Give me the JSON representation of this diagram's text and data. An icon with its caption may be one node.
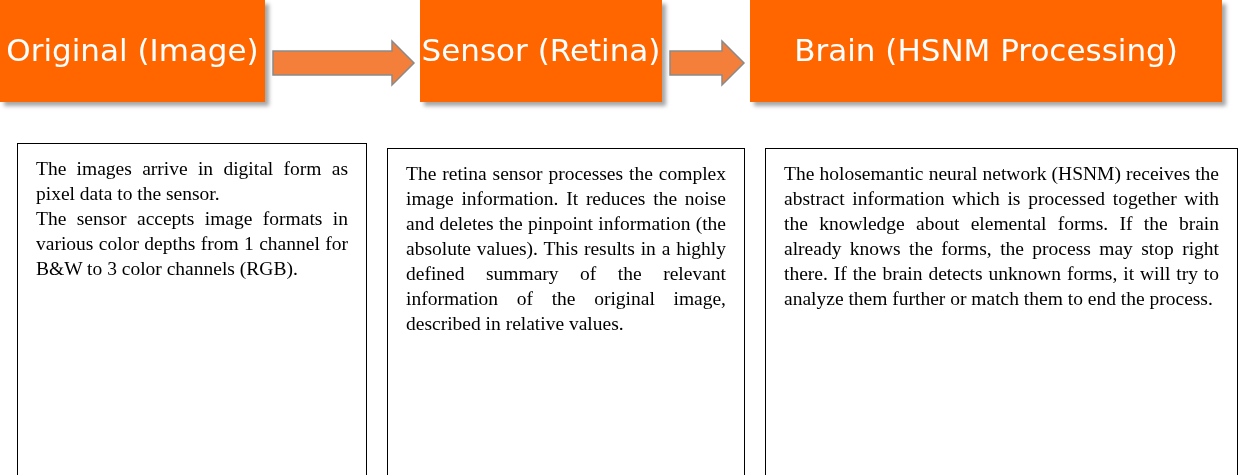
{
  "diagram": {
    "nodes": [
      {
        "text": [
          "Original (Image)"
        ]
      },
      {
        "text": [
          "Sensor (Retina)"
        ]
      },
      {
        "text": [
          "Brain (HSNM Processing)"
        ]
      },
      {
        "text": [
          "The images arrive in digital form as pixel data to the sensor.",
          "The sensor accepts image formats in various color depths from 1 channel for B&W to 3 color channels (RGB)."
        ]
      },
      {
        "text": [
          "The retina sensor processes the complex image information. It reduces the noise and deletes the pinpoint information (the absolute values). This results in a highly defined summary of the relevant information of the original image, described in relative values."
        ]
      },
      {
        "text": [
          "The holosemantic neural network (HSNM) receives the abstract information which is processed together with the knowledge about elemental forms. If the brain already knows the forms, the process may stop right there. If the brain detects unknown forms, it will try to analyze them further or match them to end the process."
        ]
      }
    ],
    "edges": [
      {
        "from": 0,
        "to": 1,
        "arrow": "to"
      },
      {
        "from": 1,
        "to": 2,
        "arrow": "to"
      }
    ]
  }
}
